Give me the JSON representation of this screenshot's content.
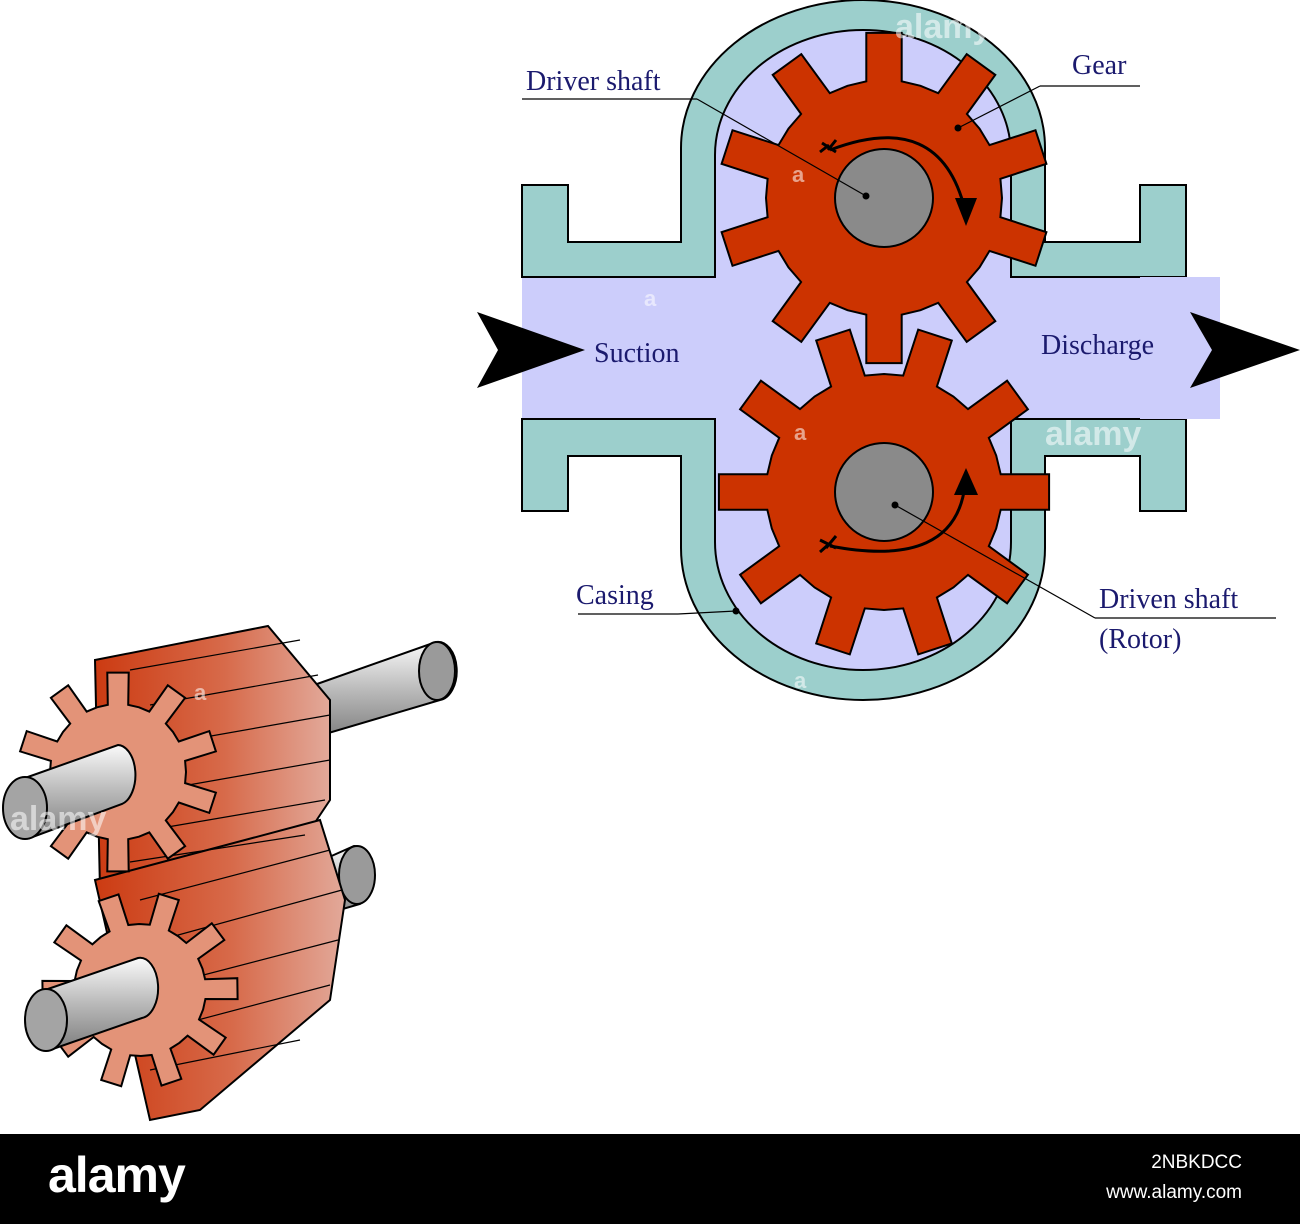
{
  "labels": {
    "driver_shaft": "Driver shaft",
    "gear": "Gear",
    "suction": "Suction",
    "discharge": "Discharge",
    "casing": "Casing",
    "driven_shaft": "Driven shaft",
    "rotor": "(Rotor)"
  },
  "watermarks": {
    "brand": "alamy",
    "small": "a"
  },
  "footer": {
    "logo": "alamy",
    "image_id": "2NBKDCC",
    "url": "www.alamy.com"
  },
  "colors": {
    "casing": "#9ccfcc",
    "fluid": "#cccdfb",
    "gear": "#cc3300",
    "shaft": "#8a8a8a",
    "label_text": "#1b1a6e",
    "gear_3d_light": "#e39378",
    "footer_bg": "#000000"
  }
}
